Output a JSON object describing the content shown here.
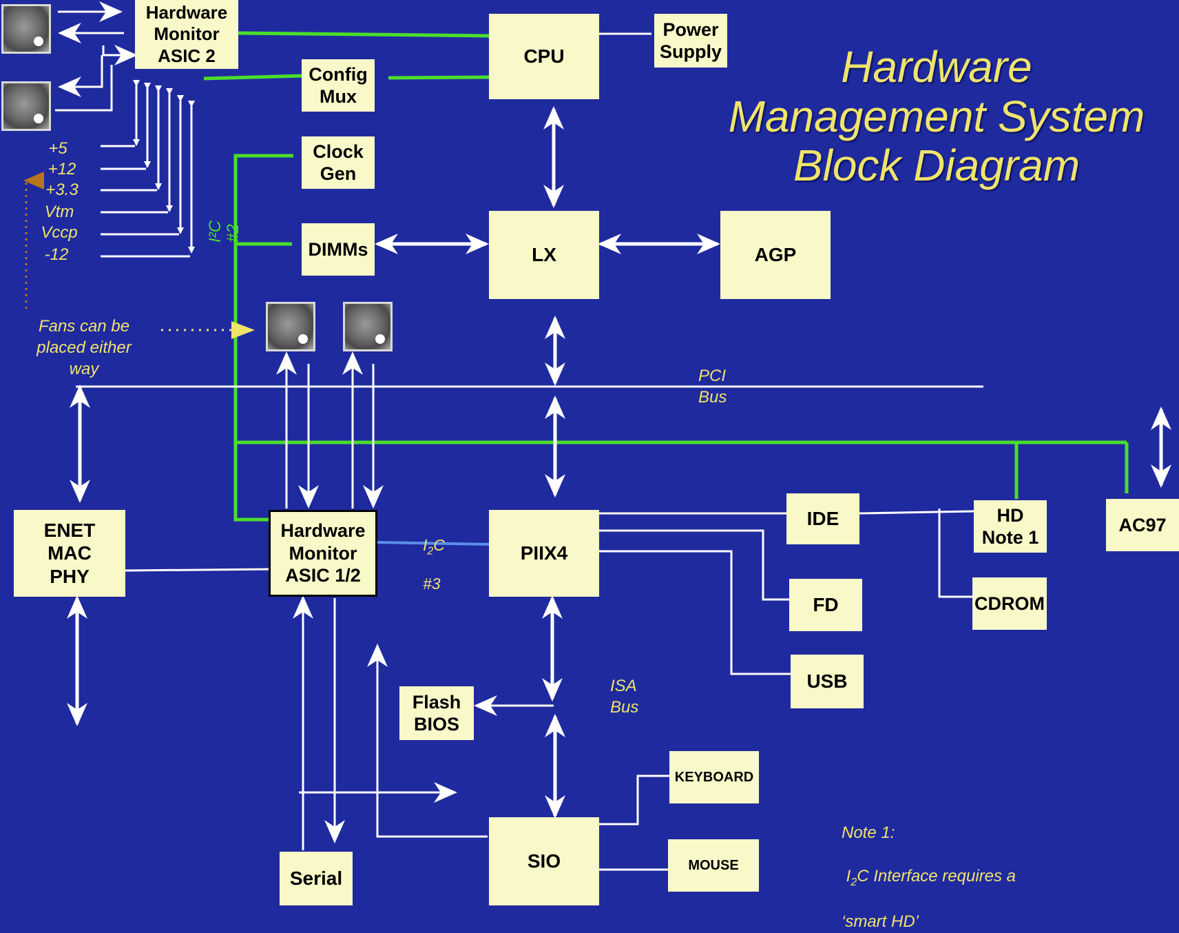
{
  "title": "Hardware\nManagement System\nBlock Diagram",
  "colors": {
    "background": "#1f2a9f",
    "box_fill": "#f8f8c8",
    "label_yellow": "#f0e46a",
    "i2c_green": "#4ade2a",
    "i2c3_blue": "#5b8fe8",
    "wire": "#ffffff",
    "fans_arrow": "#b8751d"
  },
  "blocks": {
    "hw_monitor_asic2": "Hardware\nMonitor\nASIC 2",
    "config_mux": "Config\nMux",
    "clock_gen": "Clock\nGen",
    "dimms": "DIMMs",
    "cpu": "CPU",
    "power_supply": "Power\nSupply",
    "lx": "LX",
    "agp": "AGP",
    "enet": "ENET\nMAC\nPHY",
    "hw_monitor_asic12": "Hardware\nMonitor\nASIC 1/2",
    "piix4": "PIIX4",
    "ide": "IDE",
    "hd": "HD\nNote 1",
    "ac97": "AC97",
    "fd": "FD",
    "cdrom": "CDROM",
    "usb": "USB",
    "flash_bios": "Flash\nBIOS",
    "keyboard": "KEYBOARD",
    "mouse": "MOUSE",
    "sio": "SIO",
    "serial": "Serial"
  },
  "voltage_rails": [
    "+5",
    "+12",
    "+3.3",
    "Vtm",
    "Vccp",
    "-12"
  ],
  "labels": {
    "i2c2": "I²C\n#2",
    "i2c3_line1": "I",
    "i2c3_sub": "2",
    "i2c3_rest": "C",
    "i2c3_line2": "#3",
    "pci_bus": "PCI\nBus",
    "isa_bus": "ISA\nBus",
    "fans_note": "Fans can be\nplaced either\nway",
    "note1_title": "Note 1:",
    "note1_pre": " I",
    "note1_sub": "2",
    "note1_body": "C Interface requires a",
    "note1_line3": "‘smart HD’"
  }
}
